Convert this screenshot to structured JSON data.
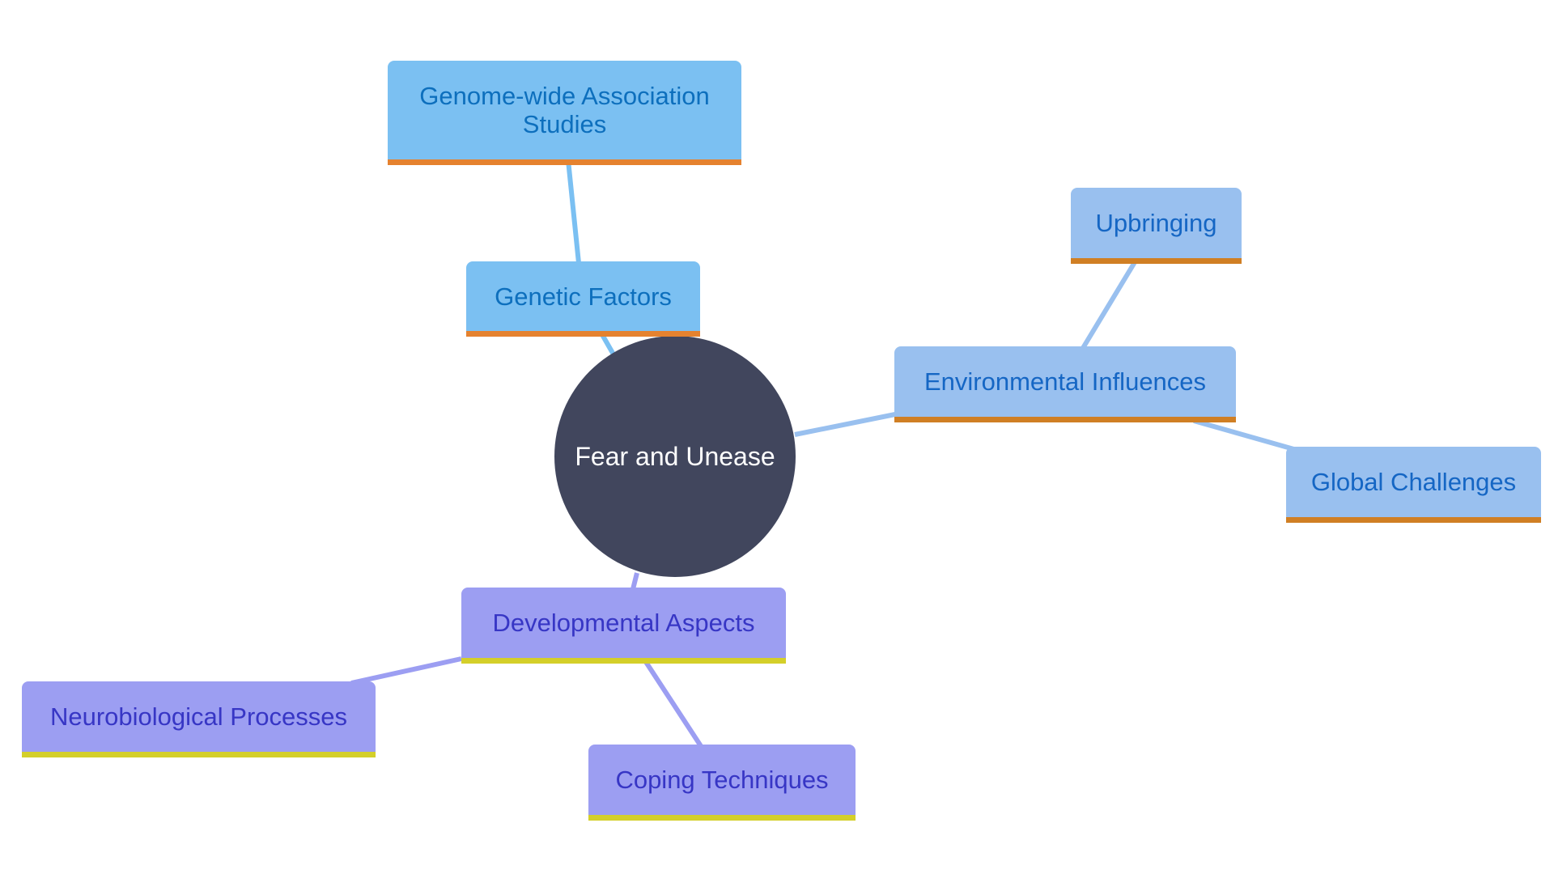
{
  "diagram": {
    "center": {
      "label": "Fear and Unease",
      "color": "#41465d"
    },
    "branches": [
      {
        "id": "genetic",
        "label": "Genetic Factors",
        "fill": "#7bc0f2",
        "underline": "#e5822f",
        "text_color": "#0d6fbd",
        "children": [
          "Genome-wide Association Studies"
        ]
      },
      {
        "id": "environmental",
        "label": "Environmental Influences",
        "fill": "#99c0ef",
        "underline": "#d07f24",
        "text_color": "#1566c4",
        "children": [
          "Upbringing",
          "Global Challenges"
        ]
      },
      {
        "id": "developmental",
        "label": "Developmental Aspects",
        "fill": "#9c9ef2",
        "underline": "#d4cf2a",
        "text_color": "#3736c5",
        "children": [
          "Neurobiological Processes",
          "Coping Techniques"
        ]
      }
    ]
  }
}
